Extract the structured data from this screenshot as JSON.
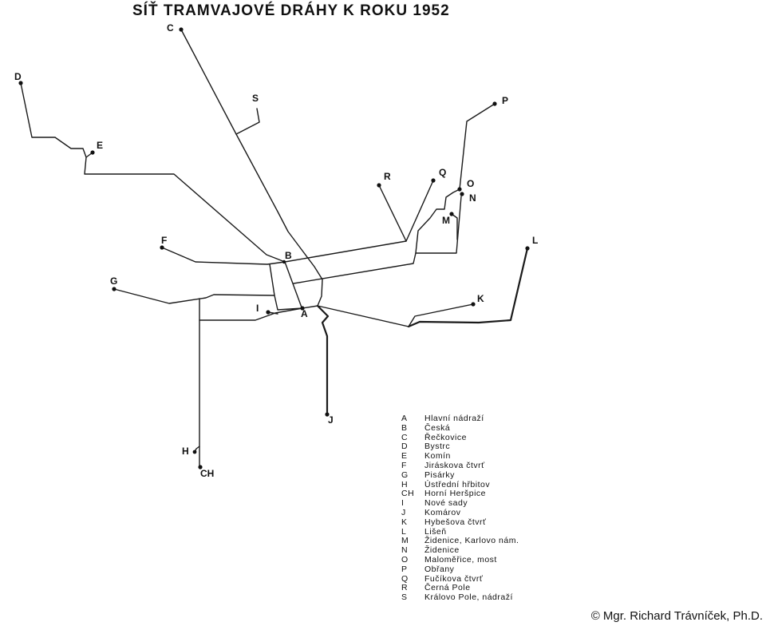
{
  "title": "SÍŤ TRAMVAJOVÉ DRÁHY K ROKU 1952",
  "stops": [
    {
      "code": "A",
      "name": "Hlavní nádraží"
    },
    {
      "code": "B",
      "name": "Česká"
    },
    {
      "code": "C",
      "name": "Řečkovice"
    },
    {
      "code": "D",
      "name": "Bystrc"
    },
    {
      "code": "E",
      "name": "Komín"
    },
    {
      "code": "F",
      "name": "Jiráskova čtvrť"
    },
    {
      "code": "G",
      "name": "Pisárky"
    },
    {
      "code": "H",
      "name": "Ústřední hřbitov"
    },
    {
      "code": "CH",
      "name": "Horní Heršpice"
    },
    {
      "code": "I",
      "name": "Nové sady"
    },
    {
      "code": "J",
      "name": "Komárov"
    },
    {
      "code": "K",
      "name": "Hybešova čtvrť"
    },
    {
      "code": "L",
      "name": "Lišeň"
    },
    {
      "code": "M",
      "name": "Židenice, Karlovo nám."
    },
    {
      "code": "N",
      "name": "Židenice"
    },
    {
      "code": "O",
      "name": "Maloměřice, most"
    },
    {
      "code": "P",
      "name": "Obřany"
    },
    {
      "code": "Q",
      "name": "Fučíkova čtvrť"
    },
    {
      "code": "R",
      "name": "Černá Pole"
    },
    {
      "code": "S",
      "name": "Královo Pole, nádraží"
    }
  ],
  "copyright": "© Mgr. Richard Trávníček, Ph.D.",
  "colors": {
    "lines": "#1a1a1a",
    "text": "#111111",
    "background": "#ffffff"
  }
}
